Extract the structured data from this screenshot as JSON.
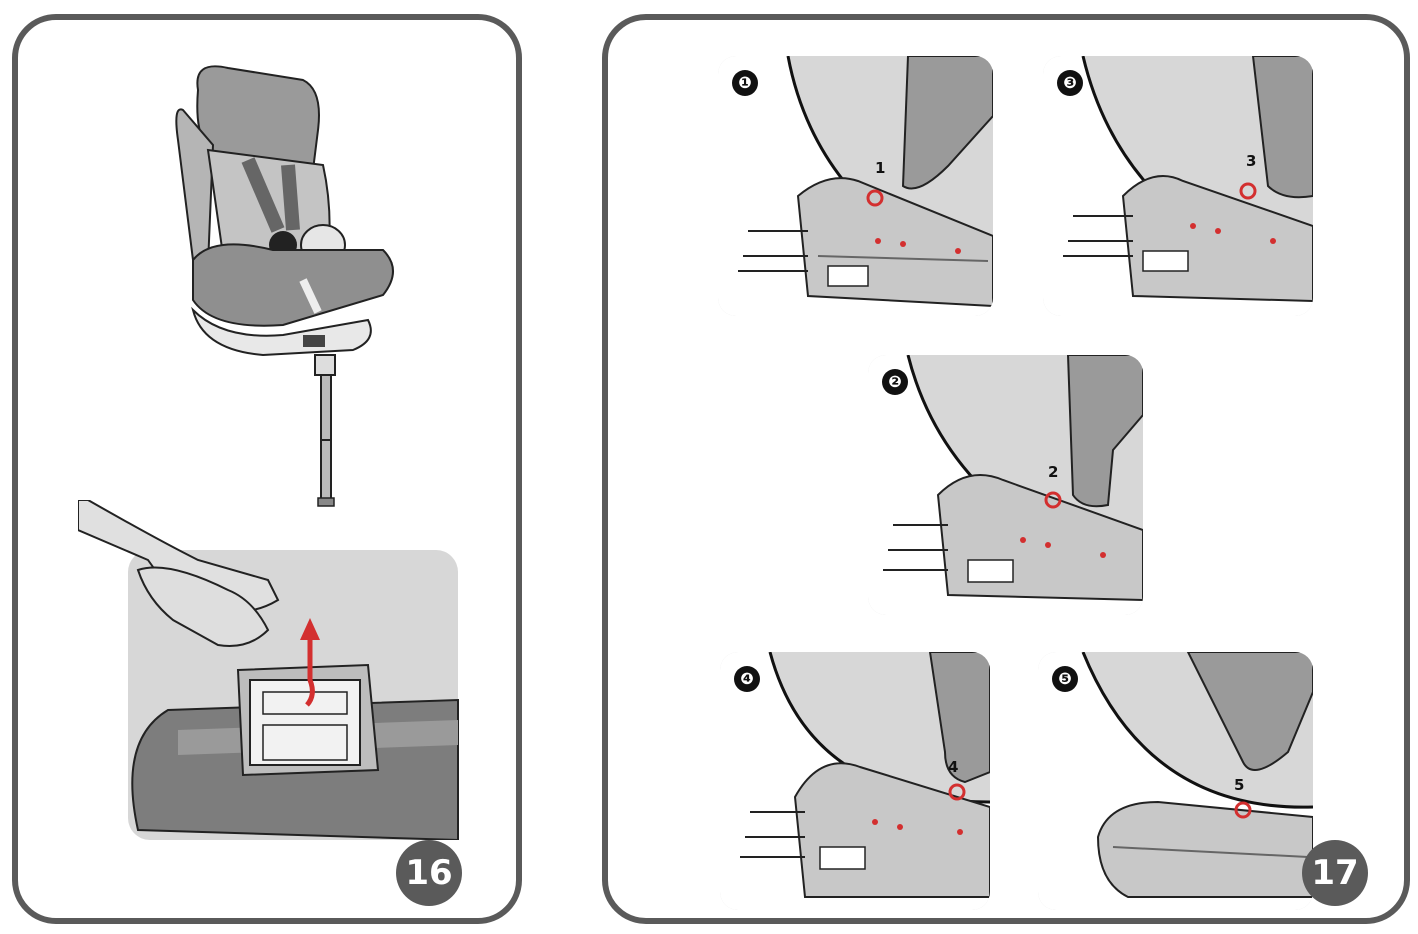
{
  "figures": [
    {
      "number": "16",
      "color": "#5a5a5a"
    },
    {
      "number": "17",
      "color": "#5a5a5a"
    }
  ],
  "steps": [
    {
      "circled": "❶",
      "label": "1"
    },
    {
      "circled": "❷",
      "label": "2"
    },
    {
      "circled": "❸",
      "label": "3"
    },
    {
      "circled": "❹",
      "label": "4"
    },
    {
      "circled": "❺",
      "label": "5"
    }
  ],
  "colors": {
    "frame": "#5a5a5a",
    "panel": "#d7d7d7",
    "shade": "#9a9a9a",
    "accent": "#d32f2f"
  }
}
